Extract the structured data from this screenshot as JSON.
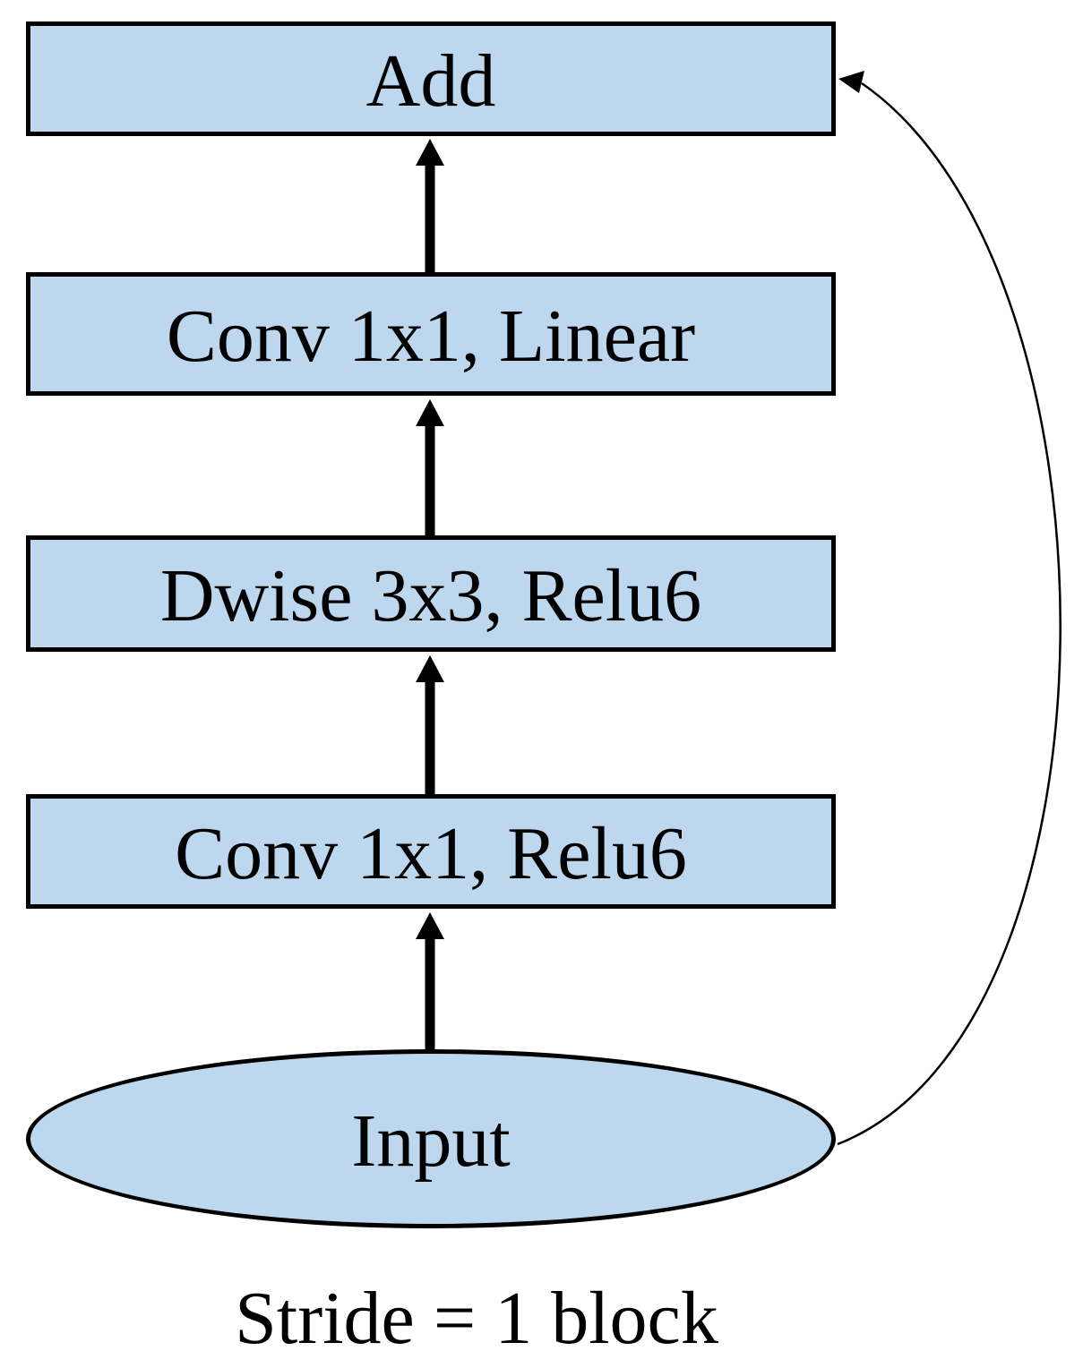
{
  "diagram": {
    "type": "flowchart",
    "description": "Bottleneck residual block diagram: stacked layer boxes with upward arrows and a curved skip connection from Input to Add",
    "nodes": [
      {
        "id": "add",
        "label": "Add",
        "shape": "rect"
      },
      {
        "id": "conv-1x1-linear",
        "label": "Conv 1x1, Linear",
        "shape": "rect"
      },
      {
        "id": "dwise-3x3-relu6",
        "label": "Dwise 3x3, Relu6",
        "shape": "rect"
      },
      {
        "id": "conv-1x1-relu6",
        "label": "Conv 1x1, Relu6",
        "shape": "rect"
      },
      {
        "id": "input",
        "label": "Input",
        "shape": "ellipse"
      }
    ],
    "edges": [
      {
        "from": "conv-1x1-linear",
        "to": "add",
        "style": "thick-straight-arrow"
      },
      {
        "from": "dwise-3x3-relu6",
        "to": "conv-1x1-linear",
        "style": "thick-straight-arrow"
      },
      {
        "from": "conv-1x1-relu6",
        "to": "dwise-3x3-relu6",
        "style": "thick-straight-arrow"
      },
      {
        "from": "input",
        "to": "conv-1x1-relu6",
        "style": "thick-straight-arrow"
      },
      {
        "from": "input",
        "to": "add",
        "style": "thin-curved-skip-arrow"
      }
    ],
    "caption": "Stride = 1 block",
    "colors": {
      "node_fill": "#BDD7EE",
      "node_border": "#000000",
      "arrow": "#000000",
      "text": "#000000",
      "background": "#FFFFFF"
    }
  }
}
